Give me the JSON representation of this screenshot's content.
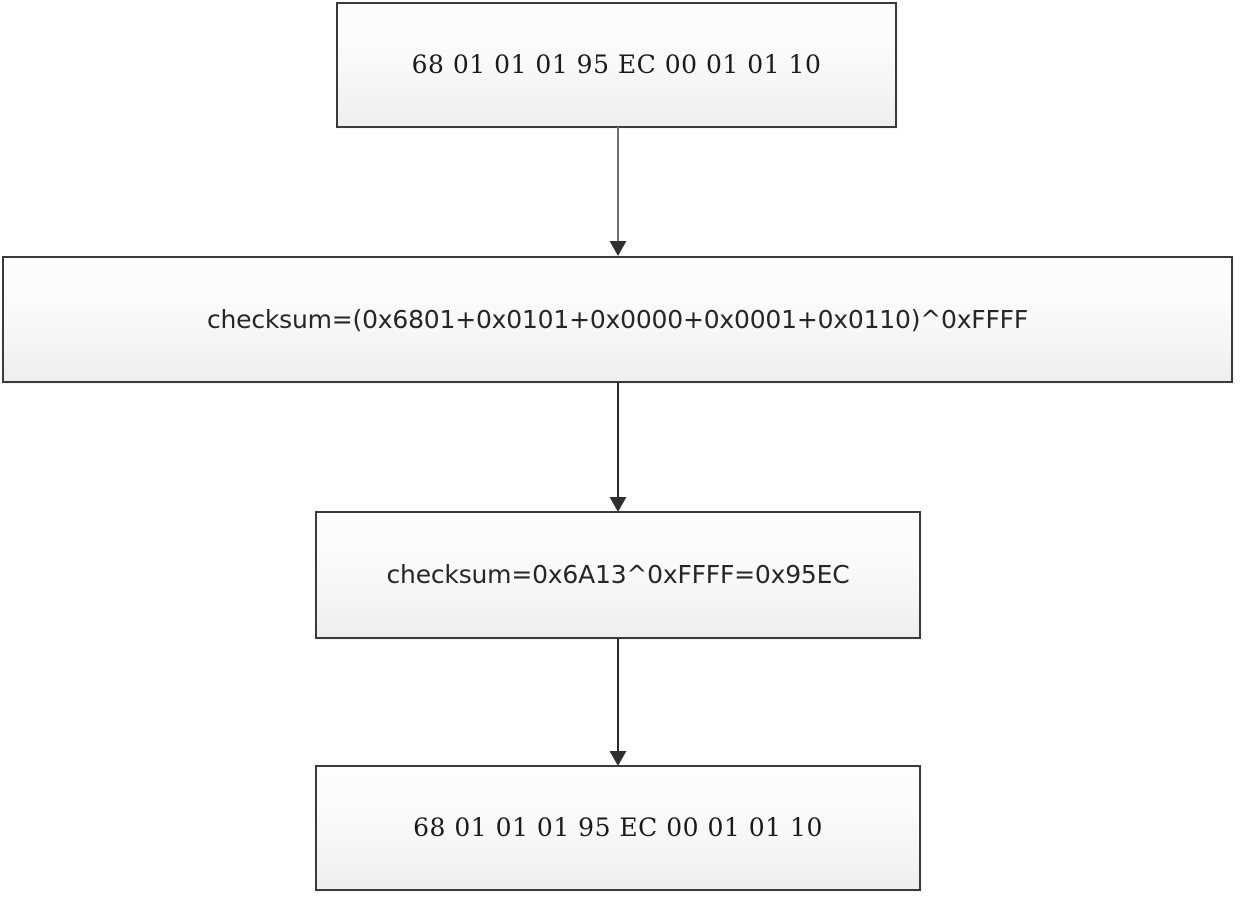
{
  "diagram": {
    "type": "flowchart",
    "orientation": "top-to-bottom",
    "nodes": [
      {
        "id": "packet-in",
        "label": "68 01 01 01 95 EC 00 01 01 10",
        "role": "input-frame"
      },
      {
        "id": "checksum-formula",
        "label": "checksum=(0x6801+0x0101+0x0000+0x0001+0x0110)^0xFFFF",
        "role": "computation"
      },
      {
        "id": "checksum-result",
        "label": "checksum=0x6A13^0xFFFF=0x95EC",
        "role": "computation-result"
      },
      {
        "id": "packet-out",
        "label": "68 01 01 01 95 EC 00 01 01 10",
        "role": "output-frame"
      }
    ],
    "edges": [
      {
        "id": "edge-1",
        "from": "packet-in",
        "to": "checksum-formula",
        "label": ""
      },
      {
        "id": "edge-2",
        "from": "checksum-formula",
        "to": "checksum-result",
        "label": ""
      },
      {
        "id": "edge-3",
        "from": "checksum-result",
        "to": "packet-out",
        "label": ""
      }
    ]
  },
  "colors": {
    "node_border": "#3a3a3a",
    "node_fill_top": "#fdfdfd",
    "node_fill_bottom": "#eeeeee",
    "text": "#1d1d1d",
    "connector_1": "#6f6f6f",
    "connector_2": "#2b2b2b",
    "connector_3": "#2b2b2b",
    "background": "#ffffff"
  }
}
